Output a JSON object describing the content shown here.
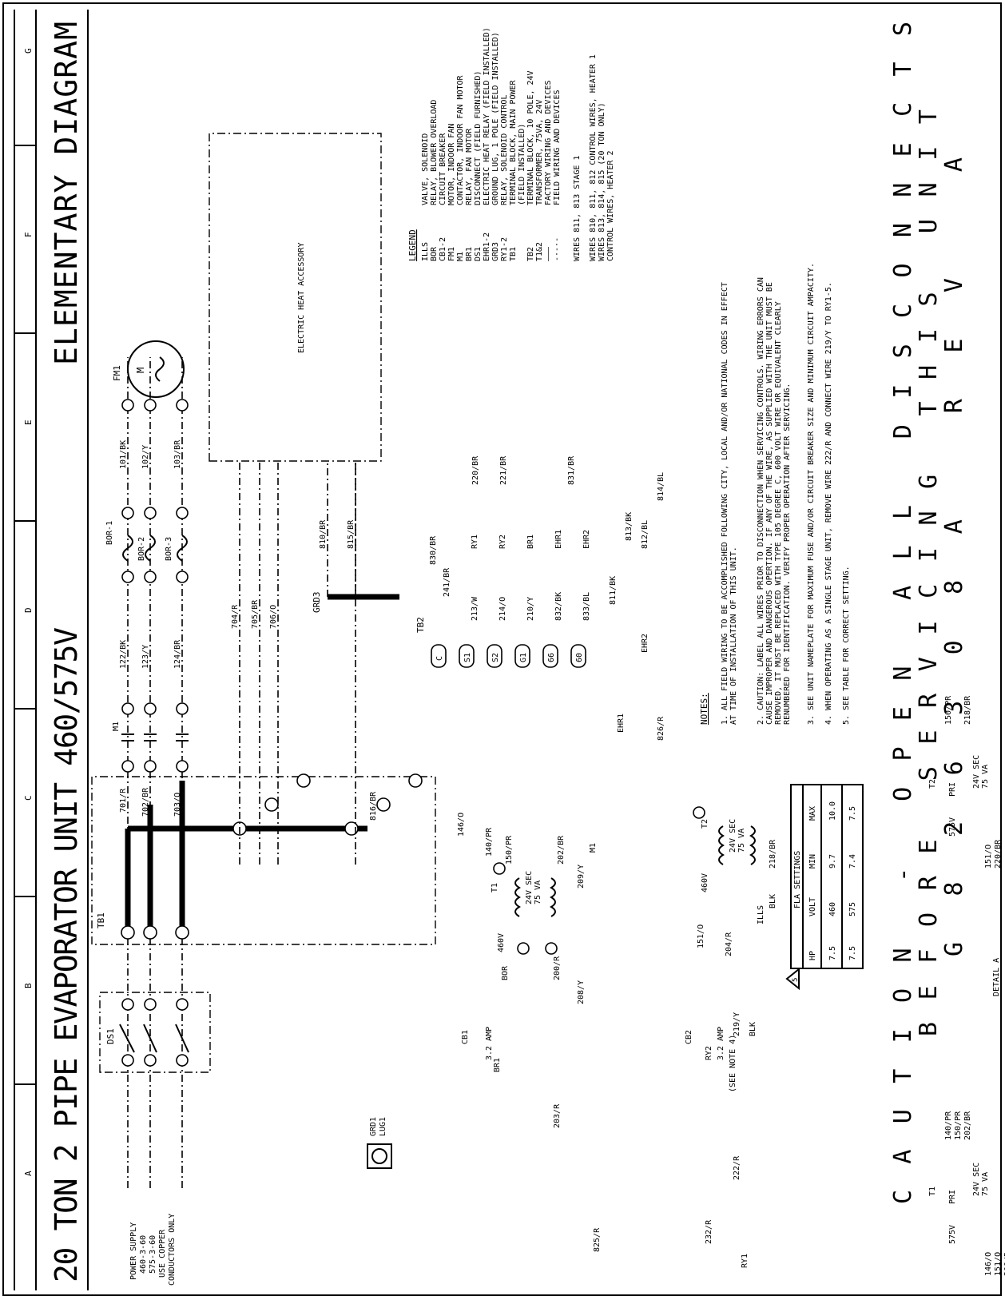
{
  "header": {
    "title": "20 TON 2 PIPE EVAPORATOR UNIT   460/575V",
    "diagram_type": "ELEMENTARY DIAGRAM",
    "zones": [
      "A",
      "B",
      "C",
      "D",
      "E",
      "F",
      "G"
    ]
  },
  "caution_block": {
    "line1": "CAUTION - OPEN ALL DISCONNECTS",
    "line2": "BEFORE SERVICING THIS UNIT",
    "line3": "G826308A   REV A"
  },
  "power_supply": {
    "lines": [
      "POWER SUPPLY",
      "460-3-60",
      "575-3-60",
      "USE COPPER",
      "CONDUCTORS ONLY"
    ]
  },
  "components": {
    "ds1": "DS1",
    "tb1": "TB1",
    "m1": "M1",
    "fm1": "FM1",
    "grd1": "GRD1",
    "lug1": "LUG1",
    "grd3": "GRD3",
    "tb2": "TB2",
    "t1": "T1",
    "t2": "T2",
    "cb1": "CB1",
    "cb2": "CB2",
    "bor": "BOR",
    "br1": "BR1",
    "ry1": "RY1",
    "ry2": "RY2",
    "ehr1": "EHR1",
    "ehr2": "EHR2",
    "ills": "ILLS",
    "bor1": "BOR-1",
    "bor2": "BOR-2",
    "bor3": "BOR-3",
    "electric_heat": "ELECTRIC HEAT ACCESSORY",
    "amp1": "3.2 AMP",
    "amp2": "3.2 AMP",
    "sec": "24V SEC",
    "va": "75 VA",
    "v460": "460V",
    "v575": "575V",
    "pri": "PRI",
    "see_note": "(SEE NOTE 4)",
    "detail": "DETAIL A",
    "note_flag": "5"
  },
  "wires": {
    "w101": "101/BK",
    "w102": "102/Y",
    "w103": "103/BR",
    "w122": "122/BK",
    "w123": "123/Y",
    "w124": "124/BR",
    "w701": "701/R",
    "w702": "702/BR",
    "w703": "703/O",
    "w704": "704/R",
    "w705": "705/BR",
    "w706": "706/O",
    "w810": "810/BR",
    "w815": "815/BR",
    "w816": "816/BR",
    "w830": "830/BR",
    "w241": "241/BR",
    "w213": "213/W",
    "w214": "214/O",
    "w210": "210/Y",
    "w832": "832/BK",
    "w833": "833/BL",
    "w220": "220/BR",
    "w221": "221/BR",
    "w831": "831/BR",
    "w811": "811/BK",
    "w813": "813/BK",
    "w812": "812/BL",
    "w814": "814/BL",
    "w826": "826/R",
    "w146": "146/O",
    "w140": "140/PR",
    "w150": "150/PR",
    "w202": "202/BR",
    "w209": "209/Y",
    "w200": "200/R",
    "w208": "208/Y",
    "w203": "203/R",
    "w825": "825/R",
    "w151": "151/O",
    "w204": "204/R",
    "w218": "218/BR",
    "w232": "232/R",
    "w222": "222/R",
    "w219": "219/Y",
    "blk": "BLK"
  },
  "tb2_terminals": [
    "C",
    "S1",
    "S2",
    "G1",
    "66",
    "60"
  ],
  "legend": {
    "title": "LEGEND",
    "items": [
      {
        "code": "ILLS",
        "desc": "VALVE, SOLENOID"
      },
      {
        "code": "BOR",
        "desc": "RELAY, BLOWER OVERLOAD"
      },
      {
        "code": "CB1-2",
        "desc": "CIRCUIT BREAKER"
      },
      {
        "code": "FM1",
        "desc": "MOTOR, INDOOR FAN"
      },
      {
        "code": "M1",
        "desc": "CONTACTOR, INDOOR FAN MOTOR"
      },
      {
        "code": "BR1",
        "desc": "RELAY, FAN MOTOR"
      },
      {
        "code": "DS1",
        "desc": "DISCONNECT (FIELD FURNISHED)"
      },
      {
        "code": "EHR1-2",
        "desc": "ELECTRIC HEAT RELAY (FIELD INSTALLED)"
      },
      {
        "code": "GRD3",
        "desc": "GROUND LUG, 1 POLE (FIELD INSTALLED)"
      },
      {
        "code": "RY1-2",
        "desc": "RELAY, SOLENOID CONTROL"
      },
      {
        "code": "TB1",
        "desc": "TERMINAL BLOCK, MAIN POWER"
      },
      {
        "code": "",
        "desc": "(FIELD INSTALLED)"
      },
      {
        "code": "TB2",
        "desc": "TERMINAL BLOCK, 10 POLE, 24V"
      },
      {
        "code": "T1&2",
        "desc": "TRANSFORMER, 75VA, 24V"
      },
      {
        "code": "———",
        "desc": "FACTORY WIRING AND DEVICES"
      },
      {
        "code": "-·-·-",
        "desc": "FIELD WIRING AND DEVICES"
      }
    ],
    "wires_lines": [
      "WIRES 811, 813 STAGE 1",
      "WIRES 810, 811, 812 CONTROL WIRES, HEATER 1",
      "WIRES 813, 814, 815 (20 TON ONLY)",
      "CONTROL WIRES, HEATER 2"
    ]
  },
  "notes": {
    "title": "NOTES:",
    "lines": [
      "1. ALL FIELD WIRING TO BE ACCOMPLISHED FOLLOWING CITY, LOCAL AND/OR NATIONAL CODES IN EFFECT",
      "   AT TIME OF INSTALLATION OF THIS UNIT.",
      "2. CAUTION: LABEL ALL WIRES PRIOR TO DISCONNECTION WHEN SERVICING CONTROLS. WIRING ERRORS CAN",
      "   CAUSE IMPROPER AND DANGEROUS OPERTION. IF ANY OF THE WIRE, AS SUPPLIED WITH THE UNIT MUST BE",
      "   REMOVED, IT MUST BE REPLACED WITH TYPE 105 DEGREE C, 600 VOLT WIRE OR EQUIVALENT CLEARLY",
      "   RENUMBERED FOR IDENTIFICATION. VERIFY PROPER OPERATION AFTER SERVICING.",
      "3. SEE UNIT NAMEPLATE FOR MAXIMUM FUSE AND/OR CIRCUIT BREAKER SIZE AND MINIMUM CIRCUIT AMPACITY.",
      "4. WHEN OPERATING AS A SINGLE STAGE UNIT, REMOVE WIRE 222/R AND CONNECT WIRE 219/Y TO RY1-5.",
      "5. SEE TABLE FOR CORRECT SETTING."
    ]
  },
  "fla_table": {
    "title": "FLA SETTINGS",
    "headers": [
      "HP",
      "VOLT",
      "MIN",
      "MAX"
    ],
    "rows": [
      [
        "7.5",
        "460",
        "9.7",
        "10.0"
      ],
      [
        "7.5",
        "575",
        "7.4",
        "7.5"
      ]
    ]
  }
}
